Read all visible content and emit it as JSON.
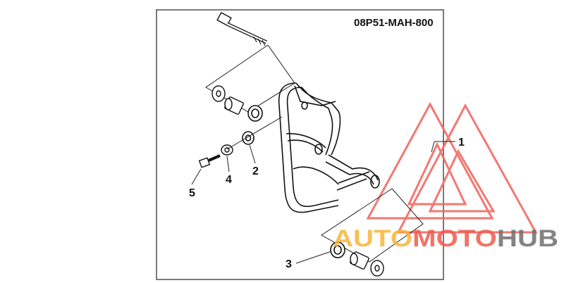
{
  "diagram": {
    "part_code": "08P51-MAH-800",
    "callouts": [
      "1",
      "2",
      "3",
      "4",
      "5"
    ]
  },
  "watermark": {
    "brand_orange": "AUTO",
    "brand_red": "MOTO",
    "brand_gray": "HUB",
    "colors": {
      "orange": "#f7b53a",
      "red": "#ee5a4e",
      "gray": "#6e6e6e",
      "triangle": "#f26a63"
    }
  },
  "icons": [
    "bolt-icon",
    "washer-icon",
    "collar-icon",
    "grommet-icon",
    "guard-frame-icon",
    "logo-triangle-icon"
  ]
}
